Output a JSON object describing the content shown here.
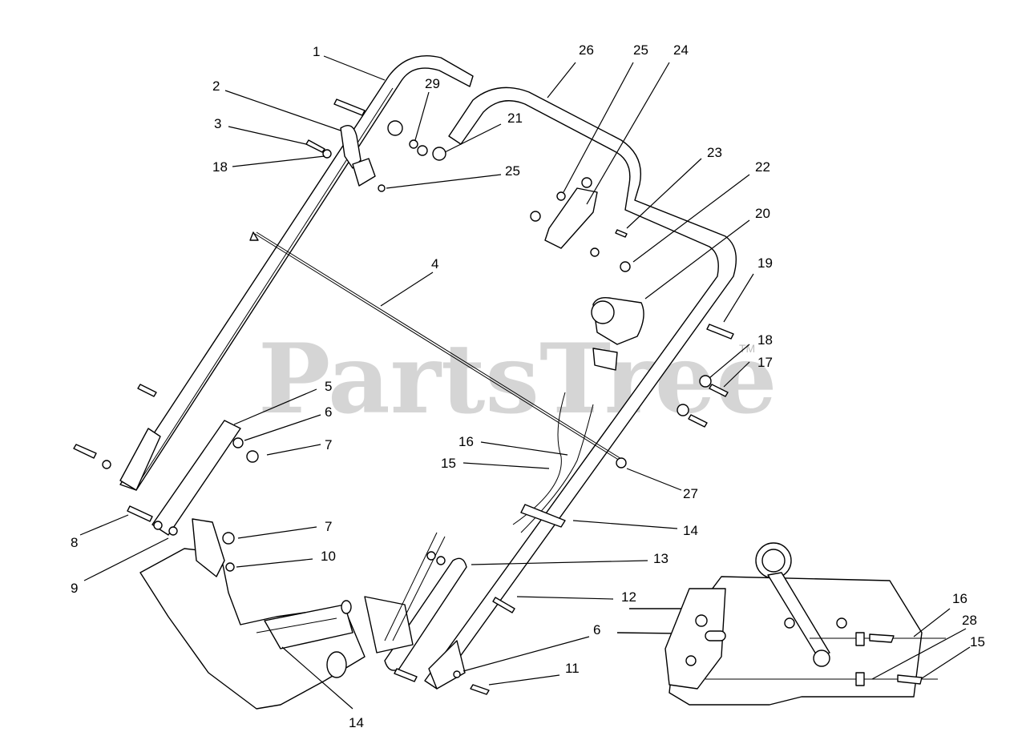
{
  "watermark": {
    "text": "PartsTree",
    "tm": "TM"
  },
  "callouts": [
    {
      "id": "c1",
      "text": "1"
    },
    {
      "id": "c2",
      "text": "2"
    },
    {
      "id": "c3",
      "text": "3"
    },
    {
      "id": "c18a",
      "text": "18"
    },
    {
      "id": "c29",
      "text": "29"
    },
    {
      "id": "c21",
      "text": "21"
    },
    {
      "id": "c25a",
      "text": "25"
    },
    {
      "id": "c26",
      "text": "26"
    },
    {
      "id": "c25b",
      "text": "25"
    },
    {
      "id": "c24",
      "text": "24"
    },
    {
      "id": "c23",
      "text": "23"
    },
    {
      "id": "c22",
      "text": "22"
    },
    {
      "id": "c20",
      "text": "20"
    },
    {
      "id": "c19",
      "text": "19"
    },
    {
      "id": "c18b",
      "text": "18"
    },
    {
      "id": "c17",
      "text": "17"
    },
    {
      "id": "c4",
      "text": "4"
    },
    {
      "id": "c5",
      "text": "5"
    },
    {
      "id": "c6a",
      "text": "6"
    },
    {
      "id": "c7a",
      "text": "7"
    },
    {
      "id": "c16a",
      "text": "16"
    },
    {
      "id": "c15a",
      "text": "15"
    },
    {
      "id": "c27",
      "text": "27"
    },
    {
      "id": "c14a",
      "text": "14"
    },
    {
      "id": "c8",
      "text": "8"
    },
    {
      "id": "c9",
      "text": "9"
    },
    {
      "id": "c7b",
      "text": "7"
    },
    {
      "id": "c10",
      "text": "10"
    },
    {
      "id": "c13",
      "text": "13"
    },
    {
      "id": "c12",
      "text": "12"
    },
    {
      "id": "c6b",
      "text": "6"
    },
    {
      "id": "c11",
      "text": "11"
    },
    {
      "id": "c14b",
      "text": "14"
    },
    {
      "id": "c16b",
      "text": "16"
    },
    {
      "id": "c28",
      "text": "28"
    },
    {
      "id": "c15b",
      "text": "15"
    }
  ]
}
